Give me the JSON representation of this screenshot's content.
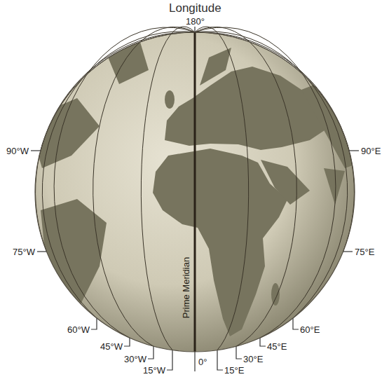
{
  "diagram": {
    "title": "Longitude",
    "labels": [
      "180°",
      "90°W",
      "90°E",
      "75°W",
      "75°E",
      "60°W",
      "60°E",
      "45°W",
      "45°E",
      "30°W",
      "30°E",
      "15°W",
      "Prime Meridian",
      "0°",
      "15°E"
    ]
  }
}
